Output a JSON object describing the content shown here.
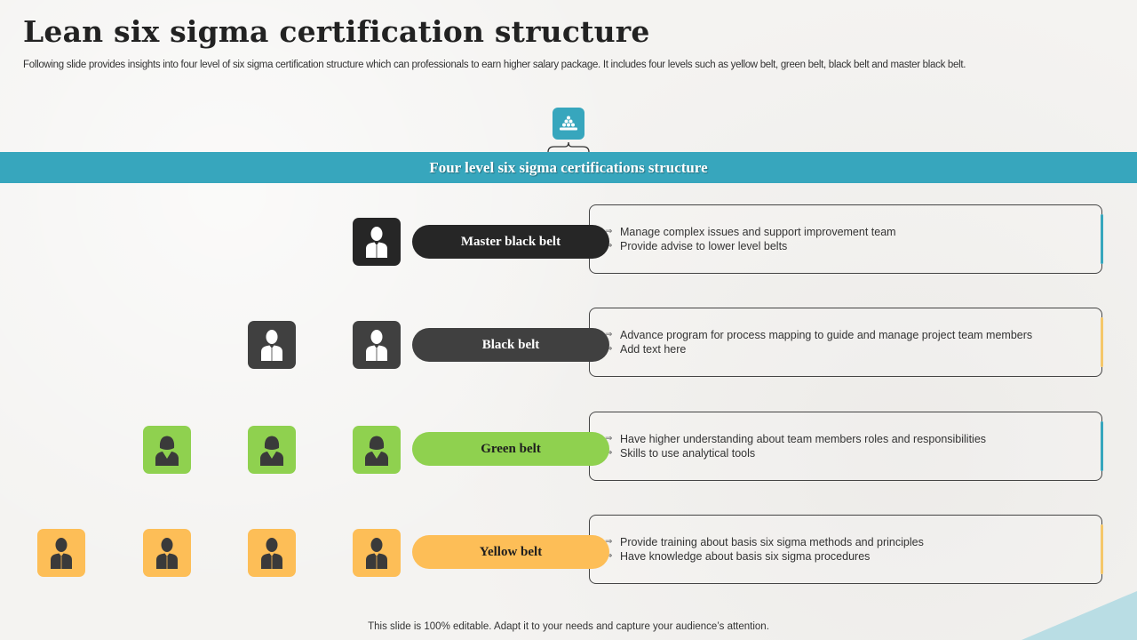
{
  "header": {
    "title": "Lean six sigma certification structure",
    "subtitle": "Following slide provides insights into four level of six sigma certification structure which can professionals to earn higher salary package. It includes four levels such as yellow belt, green belt, black belt and master black belt."
  },
  "top_icon": {
    "icon": "pyramid-icon",
    "color": "#37a6bd"
  },
  "banner": {
    "label": "Four level six sigma certifications structure",
    "color": "#37a6bd"
  },
  "levels": [
    {
      "name": "Master black belt",
      "color": "#262626",
      "text_color": "#ffffff",
      "icon_count": 1,
      "person_icon": "male-person-icon",
      "accent": "#37a6bd",
      "points": [
        "Manage complex issues and support improvement  team",
        "Provide  advise  to lower  level  belts"
      ]
    },
    {
      "name": "Black belt",
      "color": "#404040",
      "text_color": "#ffffff",
      "icon_count": 2,
      "person_icon": "male-person-icon",
      "accent": "#f5c76a",
      "points": [
        "Advance  program  for  process  mapping to guide  and manage  project team  members",
        "Add text here"
      ]
    },
    {
      "name": "Green belt",
      "color": "#8fd14f",
      "text_color": "#1e1e1e",
      "icon_count": 3,
      "person_icon": "female-person-icon",
      "accent": "#37a6bd",
      "points": [
        "Have  higher understanding  about team members  roles and  responsibilities",
        "Skills to use analytical tools"
      ]
    },
    {
      "name": "Yellow belt",
      "color": "#fdbe57",
      "text_color": "#1e1e1e",
      "icon_count": 4,
      "person_icon": "male-person-icon",
      "accent": "#f5c76a",
      "points": [
        "Provide  training  about  basis six sigma  methods  and  principles",
        "Have  knowledge  about basis six sigma procedures"
      ]
    }
  ],
  "bullet_glyph": "⇒",
  "footer": {
    "note": "This slide is 100% editable. Adapt it to your needs and capture your audience’s attention."
  }
}
